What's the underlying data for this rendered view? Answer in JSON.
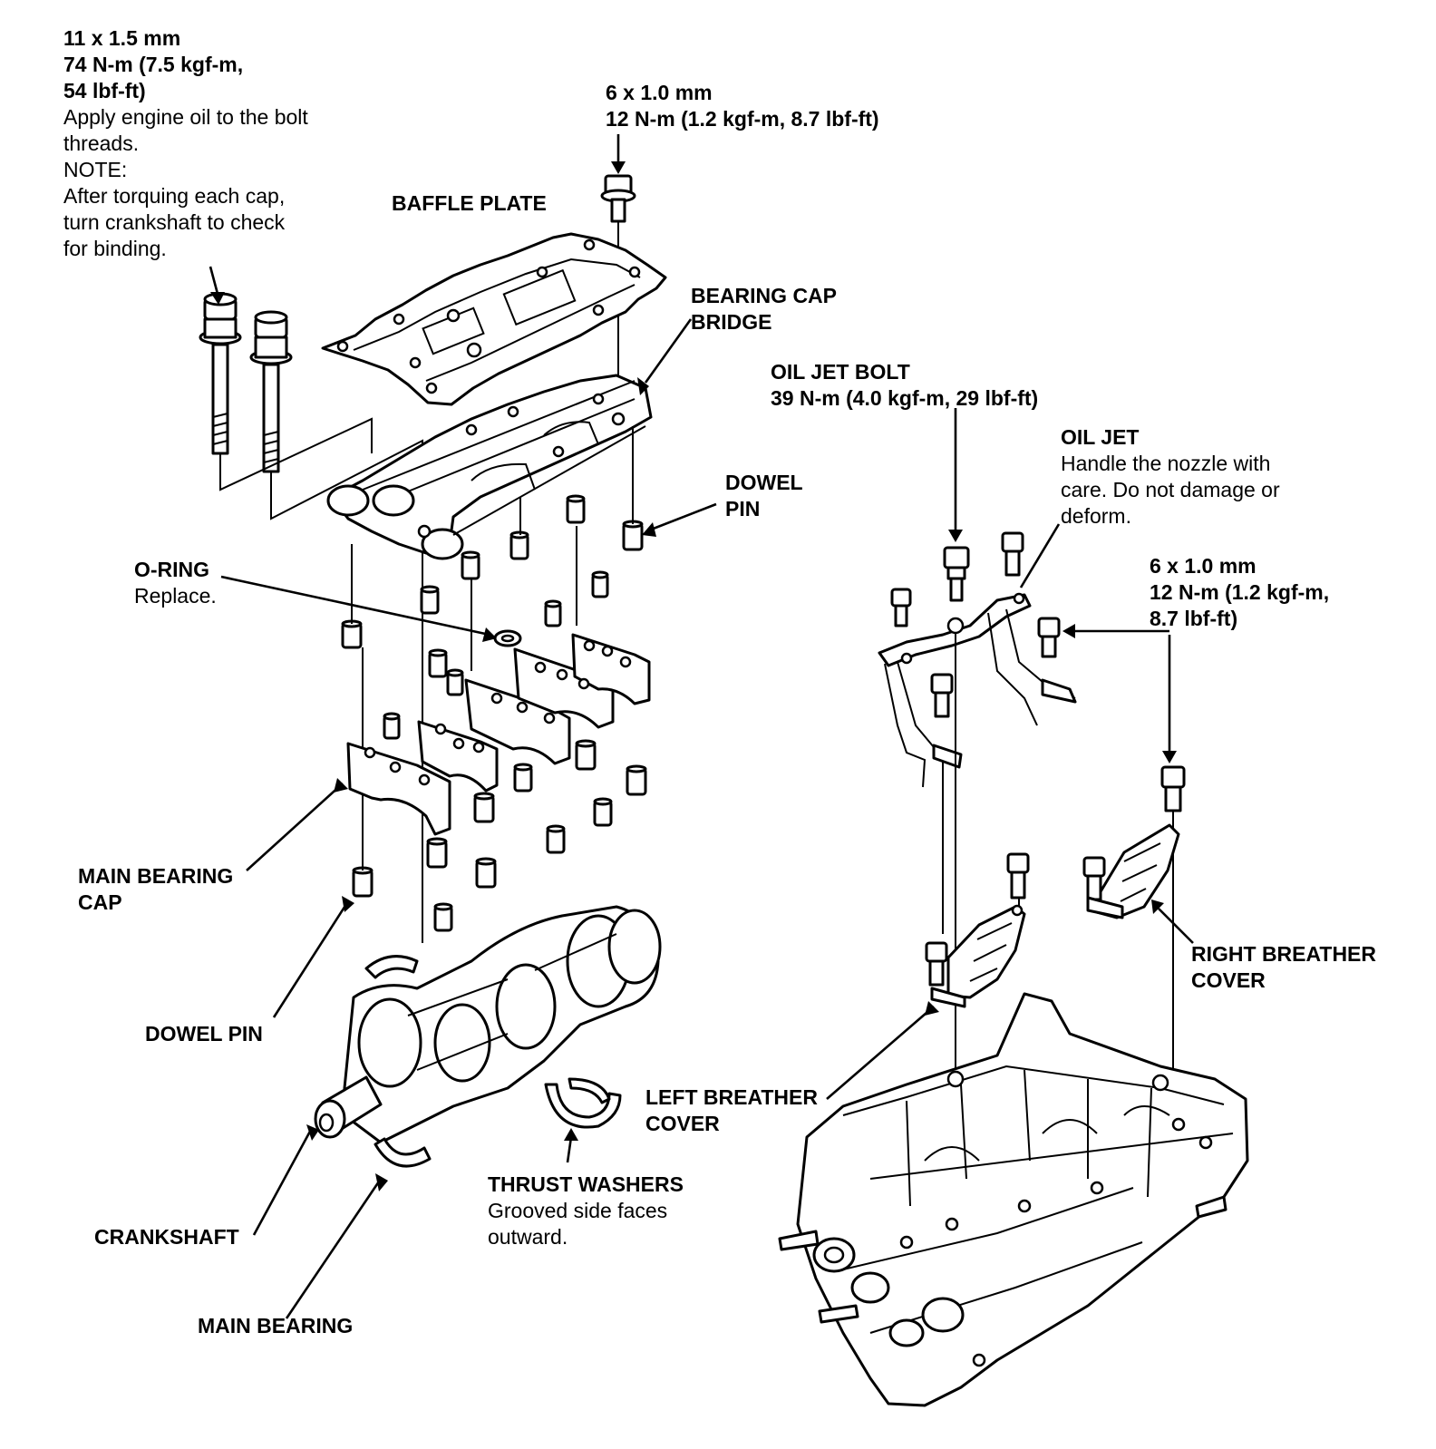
{
  "labels": {
    "main_bolt": {
      "spec_lines": [
        "11 x 1.5 mm",
        "74 N-m (7.5 kgf-m,",
        "54 lbf-ft)"
      ],
      "note_lines": [
        "Apply engine oil to the bolt",
        "threads.",
        "NOTE:",
        "After torquing each cap,",
        "turn  crankshaft to check",
        "for binding."
      ]
    },
    "baffle_bolt": {
      "spec_lines": [
        "6 x 1.0 mm",
        "12 N-m (1.2 kgf-m, 8.7 lbf-ft)"
      ]
    },
    "baffle_plate": "BAFFLE PLATE",
    "bearing_cap_bridge": [
      "BEARING  CAP",
      "BRIDGE"
    ],
    "oil_jet_bolt": [
      "OIL JET BOLT",
      "39 N-m (4.0 kgf-m, 29 lbf-ft)"
    ],
    "oil_jet": {
      "title": "OIL JET",
      "note_lines": [
        "Handle the nozzle with",
        "care.  Do not damage or",
        "deform."
      ]
    },
    "dowel_pin_upper": [
      "DOWEL",
      "PIN"
    ],
    "o_ring": {
      "title": "O-RING",
      "note": "Replace."
    },
    "breather_bolt": [
      "6 x 1.0 mm",
      "12 N-m (1.2 kgf-m,",
      "8.7 lbf-ft)"
    ],
    "main_bearing_cap": [
      "MAIN BEARING",
      "CAP"
    ],
    "dowel_pin_lower": "DOWEL  PIN",
    "right_breather_cover": [
      "RIGHT  BREATHER",
      "COVER"
    ],
    "left_breather_cover": [
      "LEFT BREATHER",
      "COVER"
    ],
    "thrust_washers": {
      "title": "THRUST WASHERS",
      "note_lines": [
        "Grooved side faces",
        "outward."
      ]
    },
    "crankshaft": "CRANKSHAFT",
    "main_bearing": "MAIN BEARING"
  }
}
